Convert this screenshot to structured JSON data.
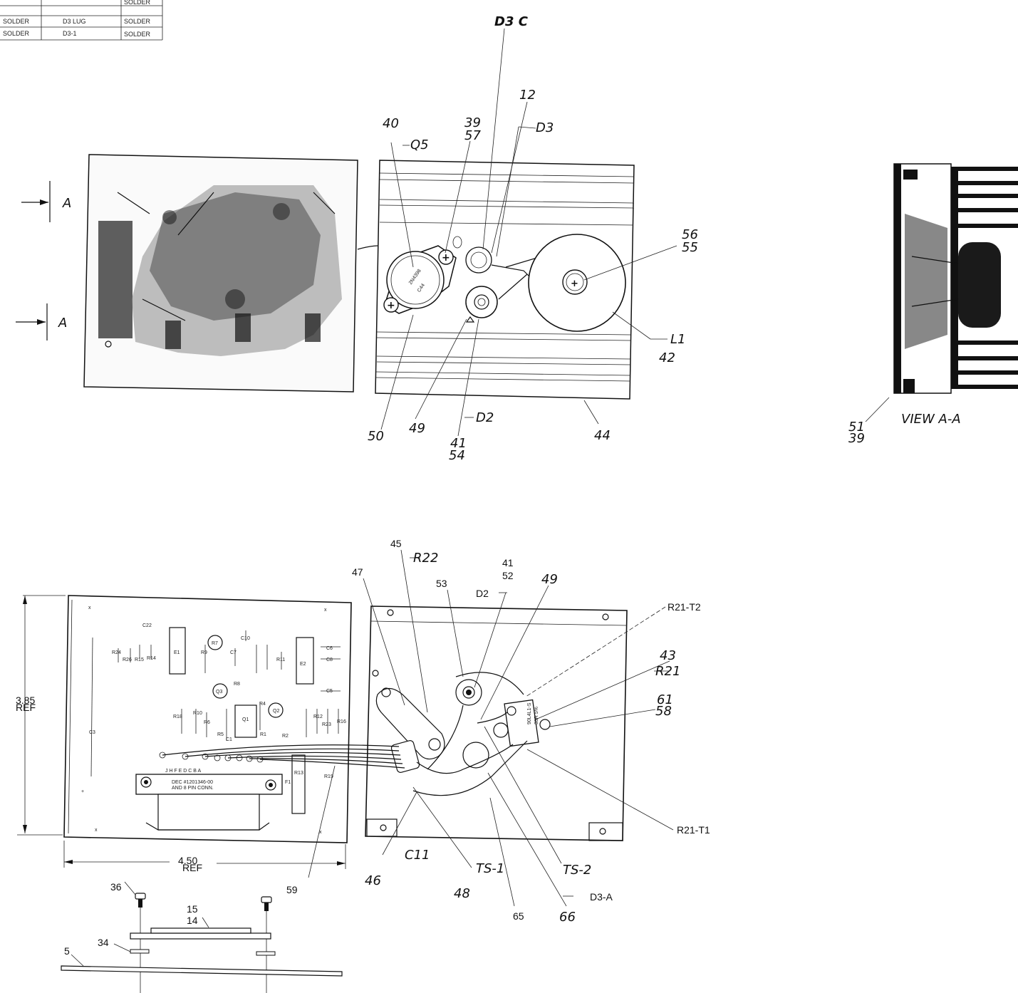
{
  "table": {
    "rows": [
      {
        "c1": "",
        "c2": "",
        "c3": "SOLDER"
      },
      {
        "c1": "SOLDER",
        "c2": "D3 LUG",
        "c3": "SOLDER"
      },
      {
        "c1": "SOLDER",
        "c2": "D3-1",
        "c3": "SOLDER"
      }
    ]
  },
  "top_view": {
    "callouts": {
      "d3c": "D3 C",
      "n12": "12",
      "d3": "D3",
      "n40": "40",
      "q5": "Q5",
      "n39": "39",
      "n57": "57",
      "n56": "56",
      "n55": "55",
      "l1": "L1",
      "n42": "42",
      "n44": "44",
      "n50": "50",
      "n49": "49",
      "n41": "41",
      "n54": "54",
      "d2": "D2",
      "section_a_top": "A",
      "section_a_bottom": "A"
    },
    "transistor_text": [
      "2N4398",
      "C44"
    ]
  },
  "view_aa": {
    "title": "VIEW  A-A",
    "n51": "51",
    "n39": "39"
  },
  "bottom_view": {
    "callouts": {
      "n45": "45",
      "r22": "R22",
      "n47": "47",
      "n41": "41",
      "n52": "52",
      "n53": "53",
      "d2": "D2",
      "n49": "49",
      "r21t2": "R21-T2",
      "n43": "43",
      "r21": "R21",
      "n61": "61",
      "n58": "58",
      "r21t1": "R21-T1",
      "c11": "C11",
      "ts1": "TS-1",
      "ts2": "TS-2",
      "n46": "46",
      "n48": "48",
      "n65": "65",
      "n66": "66",
      "d3a": "D3-A",
      "n59": "59",
      "n36": "36",
      "n15": "15",
      "n14": "14",
      "n34": "34",
      "n5": "5"
    },
    "dims": {
      "height_value": "3.85",
      "height_ref": "REF",
      "width_value": "4.50",
      "width_ref": "REF"
    },
    "board_labels": {
      "c22": "C22",
      "r24": "R24",
      "r26": "R26",
      "r15": "R15",
      "r14": "R14",
      "e1": "E1",
      "r7": "R7",
      "r9": "R9",
      "c7": "C7",
      "c10": "C10",
      "r11": "R11",
      "e2": "E2",
      "c6": "C6",
      "c8": "C8",
      "q3": "Q3",
      "r8": "R8",
      "c5": "C5",
      "c3": "C3",
      "r18": "R18",
      "r10": "R10",
      "r6": "R6",
      "q1": "Q1",
      "r4": "R4",
      "q2": "Q2",
      "r12": "R12",
      "r23": "R23",
      "r16": "R16",
      "r5": "R5",
      "c1": "C1",
      "r1": "R1",
      "r2": "R2",
      "r13": "R13",
      "r19": "R19",
      "f1": "F1",
      "pins": "J  H  F  E  D  C  B  A",
      "conn1": "DEC #1201346-00",
      "conn2": "AND 8 PIN CONN."
    },
    "bracket_text": [
      "90L4L1-S",
      "33R 5%"
    ]
  }
}
